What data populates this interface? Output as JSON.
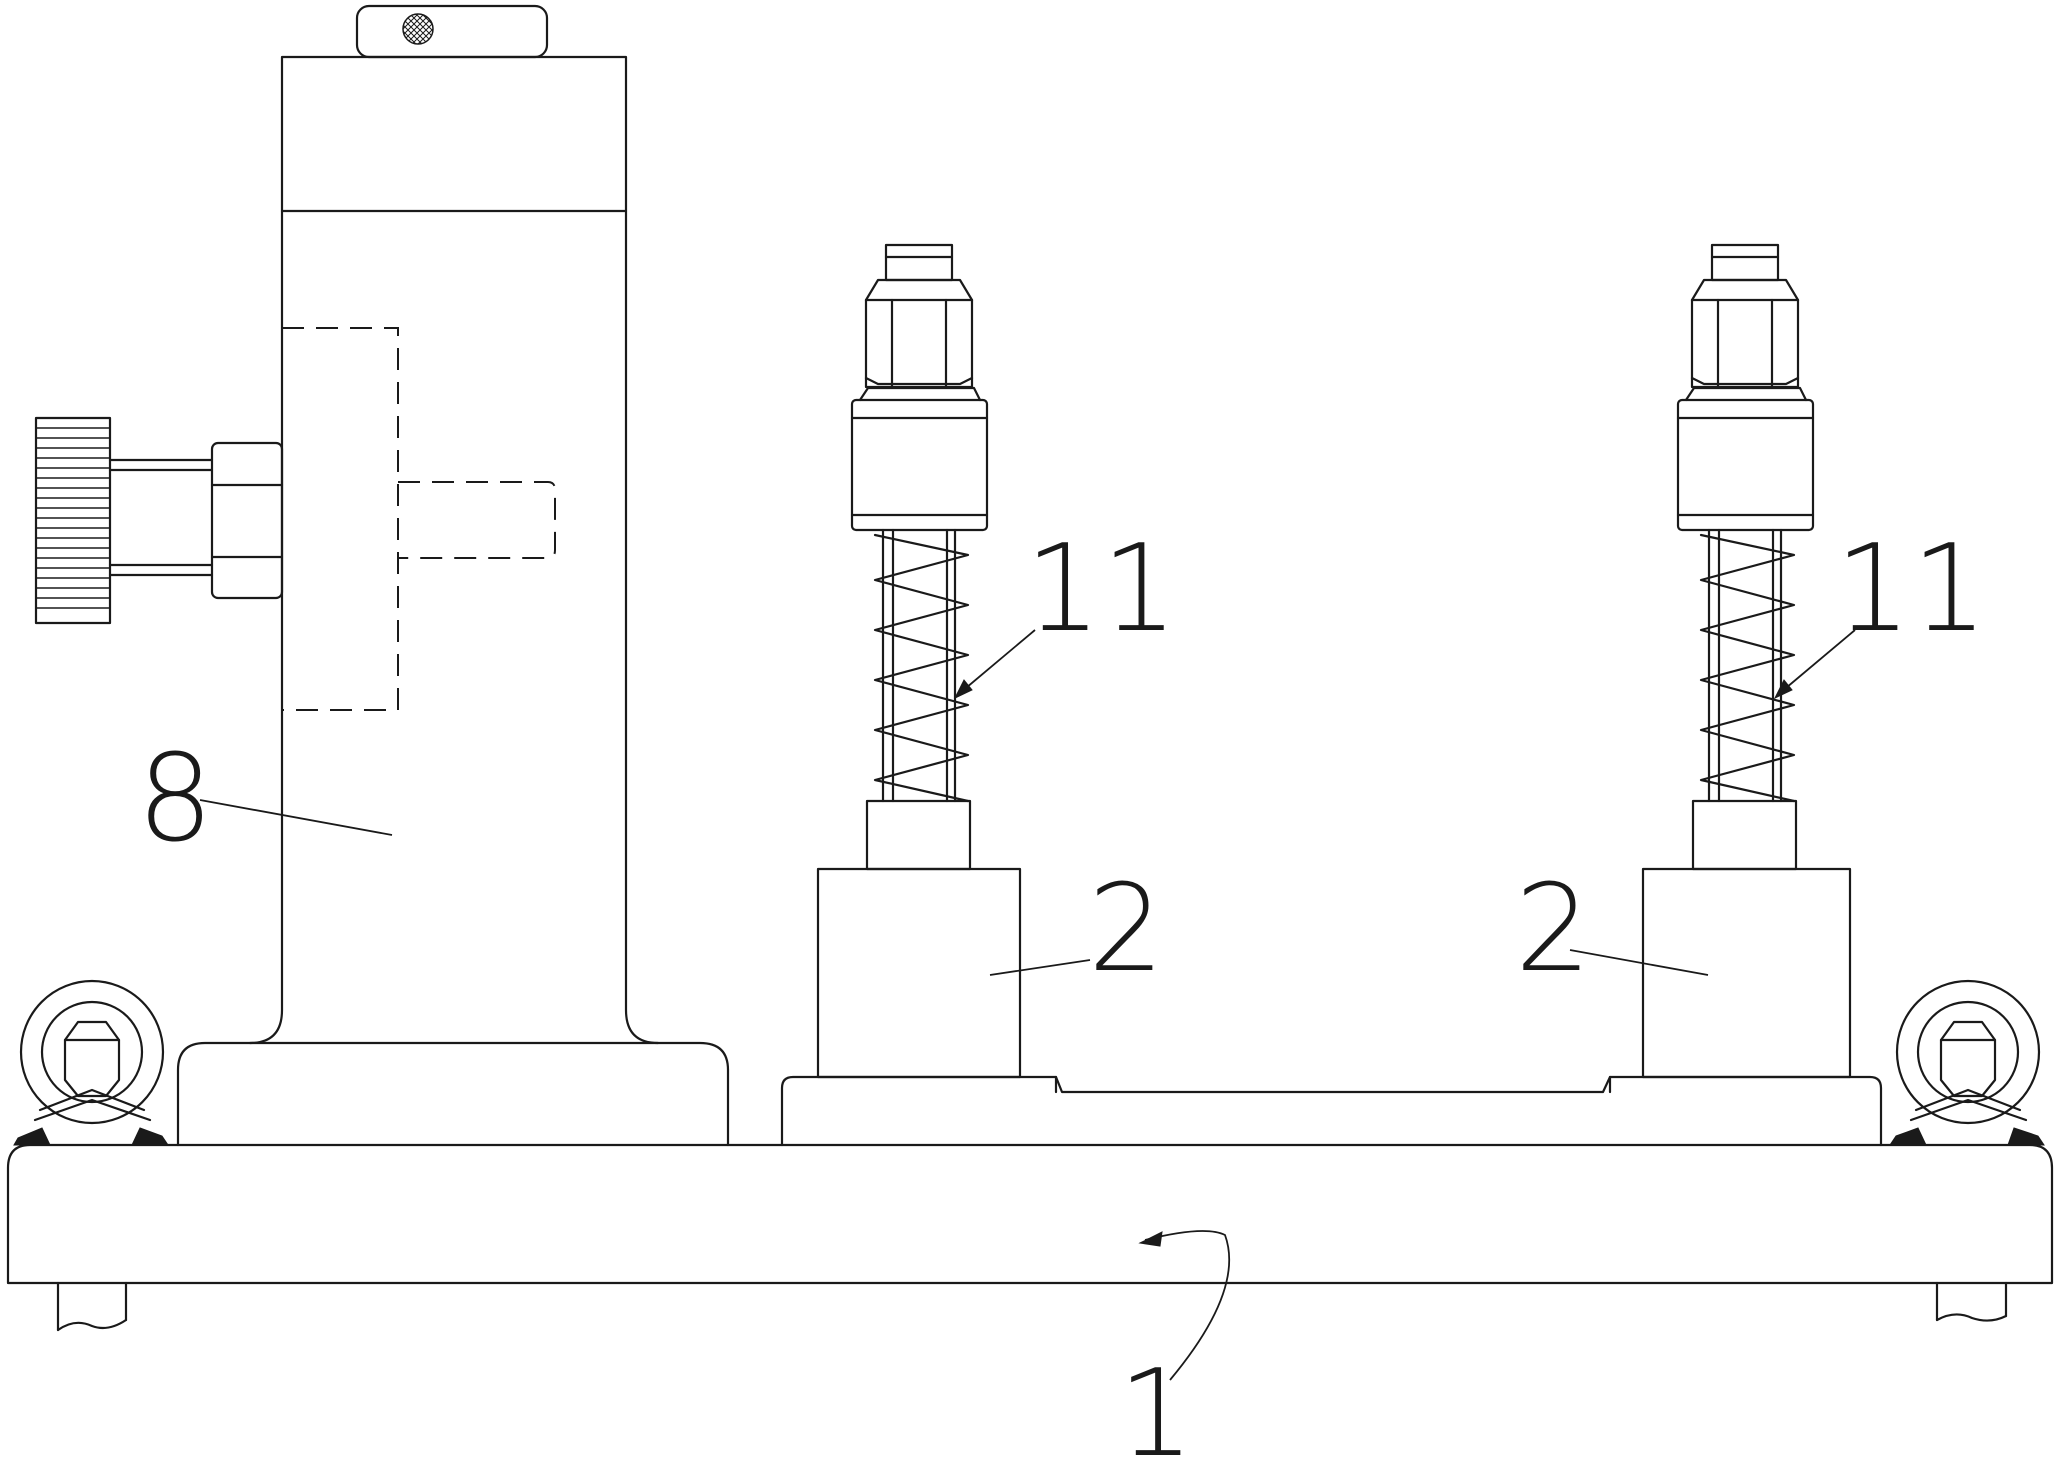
{
  "callouts": {
    "base": "1",
    "block_left": "2",
    "block_right": "2",
    "column": "8",
    "spring_left": "11",
    "spring_right": "11"
  },
  "colors": {
    "line": "#1a1a1a",
    "background": "#ffffff"
  }
}
